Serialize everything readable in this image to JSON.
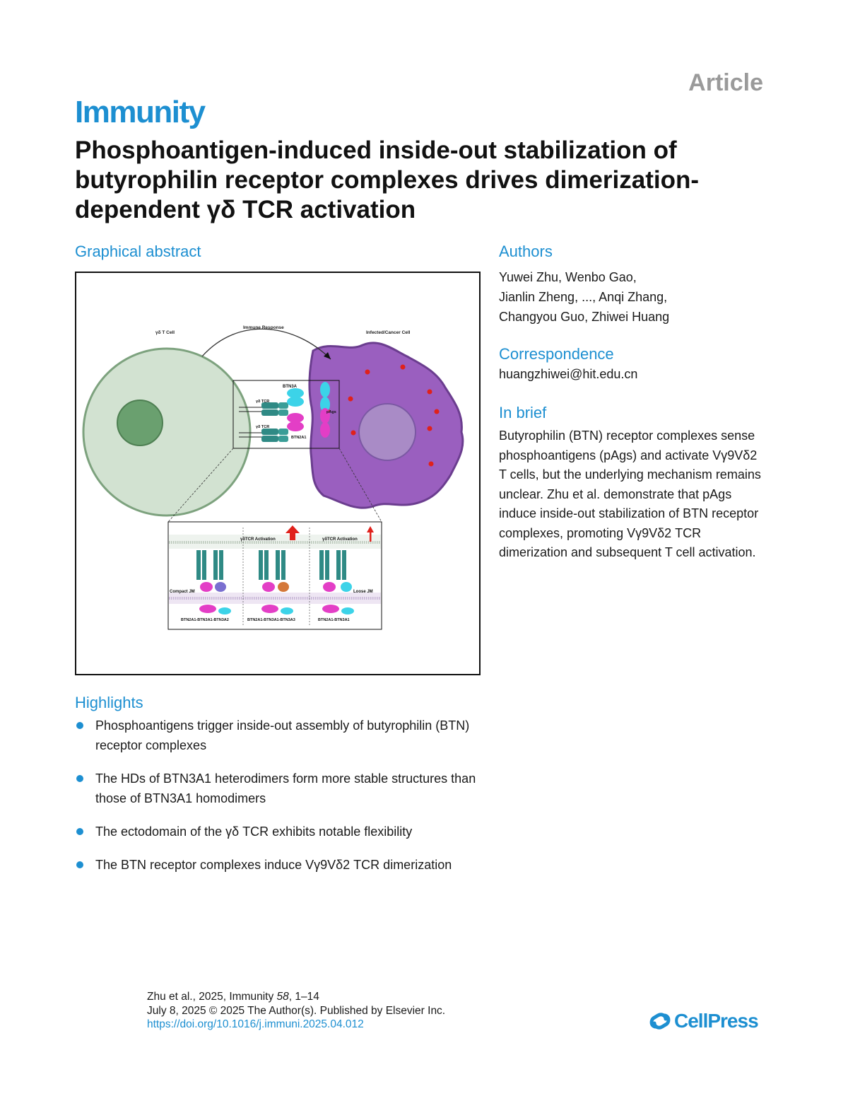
{
  "header": {
    "article_label": "Article",
    "journal": "Immunity",
    "title": "Phosphoantigen-induced inside-out stabilization of butyrophilin receptor complexes drives dimerization-dependent γδ TCR activation"
  },
  "graphical_abstract": {
    "heading": "Graphical abstract",
    "labels": {
      "t_cell": "γδ T Cell",
      "immune_response": "Immune Response",
      "cancer_cell": "Infected/Cancer Cell",
      "btn3a": "BTN3A",
      "gd_tcr_1": "γδ TCR",
      "gd_tcr_2": "γδ TCR",
      "pags": "pAgs",
      "btn2a1": "BTN2A1",
      "activation_1": "γδTCR Activation",
      "activation_2": "γδTCR Activation",
      "compact_jm": "Compact JM",
      "loose_jm": "Loose JM",
      "complex_1": "BTN2A1-BTN3A1-BTN3A2",
      "complex_2": "BTN2A1-BTN3A1-BTN3A3",
      "complex_3": "BTN2A1-BTN3A1"
    },
    "colors": {
      "t_cell_fill": "#d2e2d1",
      "nucleus_fill": "#6aa06f",
      "cancer_fill": "#9a5fbf",
      "tcr_teal": "#2f8a85",
      "btn3a_cyan": "#3cd3e8",
      "btn2a1_magenta": "#e33ec6",
      "arrow_red": "#e0211b"
    }
  },
  "authors": {
    "heading": "Authors",
    "lines": [
      "Yuwei Zhu, Wenbo Gao,",
      "Jianlin Zheng, ..., Anqi Zhang,",
      "Changyou Guo, Zhiwei Huang"
    ]
  },
  "correspondence": {
    "heading": "Correspondence",
    "email": "huangzhiwei@hit.edu.cn"
  },
  "in_brief": {
    "heading": "In brief",
    "text": "Butyrophilin (BTN) receptor complexes sense phosphoantigens (pAgs) and activate Vγ9Vδ2 T cells, but the underlying mechanism remains unclear. Zhu et al. demonstrate that pAgs induce inside-out stabilization of BTN receptor complexes, promoting Vγ9Vδ2 TCR dimerization and subsequent T cell activation."
  },
  "highlights": {
    "heading": "Highlights",
    "items": [
      "Phosphoantigens trigger inside-out assembly of butyrophilin (BTN) receptor complexes",
      "The HDs of BTN3A1 heterodimers form more stable structures than those of BTN3A1 homodimers",
      "The ectodomain of the γδ TCR exhibits notable flexibility",
      "The BTN receptor complexes induce Vγ9Vδ2 TCR dimerization"
    ]
  },
  "footer": {
    "citation_prefix": "Zhu et al., 2025, Immunity ",
    "citation_volume": "58",
    "citation_pages": ", 1–14",
    "date_line": "July 8, 2025 © 2025 The Author(s). Published by Elsevier Inc.",
    "doi": "https://doi.org/10.1016/j.immuni.2025.04.012",
    "publisher": "CellPress"
  }
}
